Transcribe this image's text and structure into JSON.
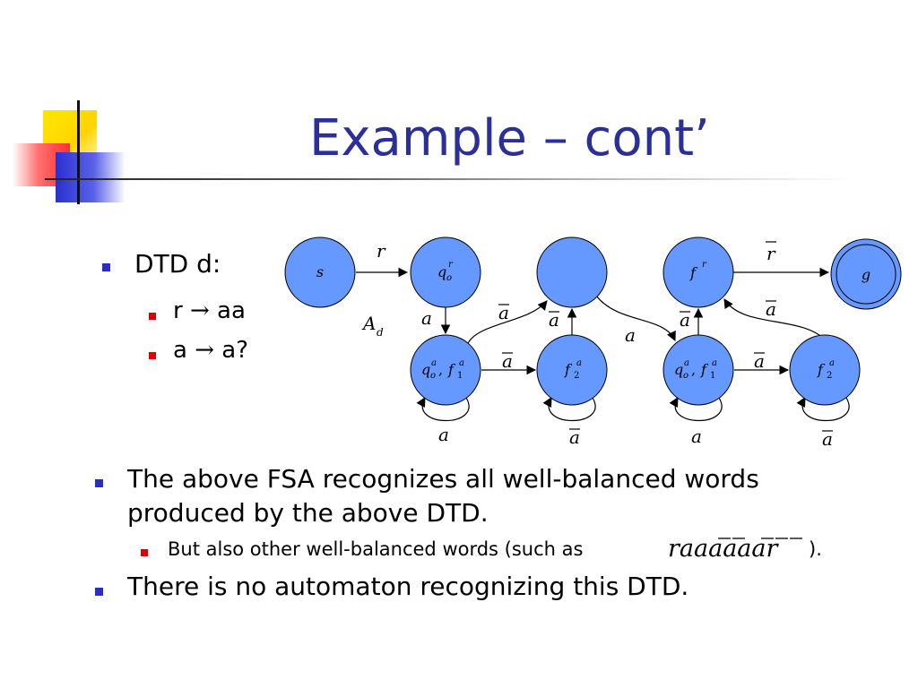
{
  "slide": {
    "title": "Example – cont’"
  },
  "left_list": {
    "heading": "DTD d:",
    "rules": [
      {
        "lhs": "r",
        "arrow": "→",
        "rhs": "aa"
      },
      {
        "lhs": "a",
        "arrow": "→",
        "rhs": "a?"
      }
    ]
  },
  "diagram": {
    "automaton_label": "A",
    "automaton_subscript": "d",
    "nodes": [
      {
        "id": "s",
        "label": "s"
      },
      {
        "id": "q0r",
        "label": "q",
        "sub": "o",
        "sup": "r"
      },
      {
        "id": "mid",
        "label": ""
      },
      {
        "id": "fr",
        "label": "f",
        "sup": "r"
      },
      {
        "id": "g",
        "label": "g",
        "accepting": true
      },
      {
        "id": "qf1_left",
        "label": "q",
        "sub": "o",
        "sup": "a",
        "label2": "f",
        "sub2": "1",
        "sup2": "a"
      },
      {
        "id": "f2_left",
        "label": "f",
        "sub": "2",
        "sup": "a"
      },
      {
        "id": "qf1_right",
        "label": "q",
        "sub": "o",
        "sup": "a",
        "label2": "f",
        "sub2": "1",
        "sup2": "a"
      },
      {
        "id": "f2_right",
        "label": "f",
        "sub": "2",
        "sup": "a"
      }
    ],
    "edges": [
      {
        "from": "s",
        "to": "q0r",
        "label": "r",
        "bar": false
      },
      {
        "from": "fr",
        "to": "g",
        "label": "r",
        "bar": true
      },
      {
        "from": "q0r",
        "to": "qf1_left",
        "label": "a",
        "bar": false
      },
      {
        "from": "qf1_left",
        "to": "mid",
        "label": "a",
        "bar": true
      },
      {
        "from": "f2_left",
        "to": "mid",
        "label": "a",
        "bar": true
      },
      {
        "from": "qf1_left",
        "to": "f2_left",
        "label": "a",
        "bar": true
      },
      {
        "from": "mid",
        "to": "qf1_right",
        "label": "a",
        "bar": false
      },
      {
        "from": "qf1_right",
        "to": "fr",
        "label": "a",
        "bar": true
      },
      {
        "from": "f2_right",
        "to": "fr",
        "label": "a",
        "bar": true
      },
      {
        "from": "qf1_right",
        "to": "f2_right",
        "label": "a",
        "bar": true
      },
      {
        "from": "qf1_left",
        "to": "qf1_left",
        "label": "a",
        "bar": false
      },
      {
        "from": "f2_left",
        "to": "f2_left",
        "label": "a",
        "bar": true
      },
      {
        "from": "qf1_right",
        "to": "qf1_right",
        "label": "a",
        "bar": false
      },
      {
        "from": "f2_right",
        "to": "f2_right",
        "label": "a",
        "bar": true
      }
    ],
    "node_color": "#6699ff"
  },
  "bottom_list": {
    "item1_line1": "The above FSA recognizes all well-balanced words",
    "item1_line2": "produced by the above DTD.",
    "sub_item_prefix": "But also other well-balanced words (such as",
    "sub_item_formula": "raaaaaar",
    "sub_item_suffix": ").",
    "item2": "There is no automaton recognizing this DTD."
  },
  "colors": {
    "title": "#2b2f9a",
    "bullet_main": "#2b2fbf",
    "bullet_sub": "#dd0000",
    "node_fill": "#6699ff"
  }
}
